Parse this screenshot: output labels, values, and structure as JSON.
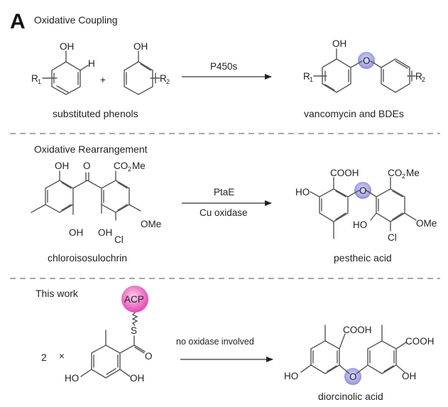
{
  "panel_label": "A",
  "sections": [
    {
      "heading": "Oxidative Coupling",
      "reactant_caption": "substituted phenols",
      "plus": "+",
      "arrow_above": "P450s",
      "arrow_below": "",
      "product_caption": "vancomycin and BDEs",
      "labels": {
        "oh": "OH",
        "h": "H",
        "r1": "R",
        "r1_sub": "1",
        "r2": "R",
        "r2_sub": "2",
        "o": "O"
      }
    },
    {
      "heading": "Oxidative Rearrangement",
      "reactant_caption": "chloroisosulochrin",
      "arrow_above": "PtaE",
      "arrow_below": "Cu oxidase",
      "product_caption": "pestheic acid",
      "labels": {
        "oh": "OH",
        "ho": "HO",
        "o": "O",
        "co2me": "CO",
        "co2me_sub": "2",
        "co2me_tail": "Me",
        "ome": "OMe",
        "cl": "Cl",
        "cooh": "COOH"
      }
    },
    {
      "heading": "This work",
      "stoich": "2",
      "times": "×",
      "acp": "ACP",
      "arrow_above": "no oxidase involved",
      "product_caption": "diorcinolic acid",
      "labels": {
        "s": "S",
        "o": "O",
        "ho": "HO",
        "oh": "OH",
        "cooh": "COOH"
      }
    }
  ],
  "colors": {
    "ether_highlight": "#a9a9e8",
    "acp_highlight": "#f06fc8"
  }
}
